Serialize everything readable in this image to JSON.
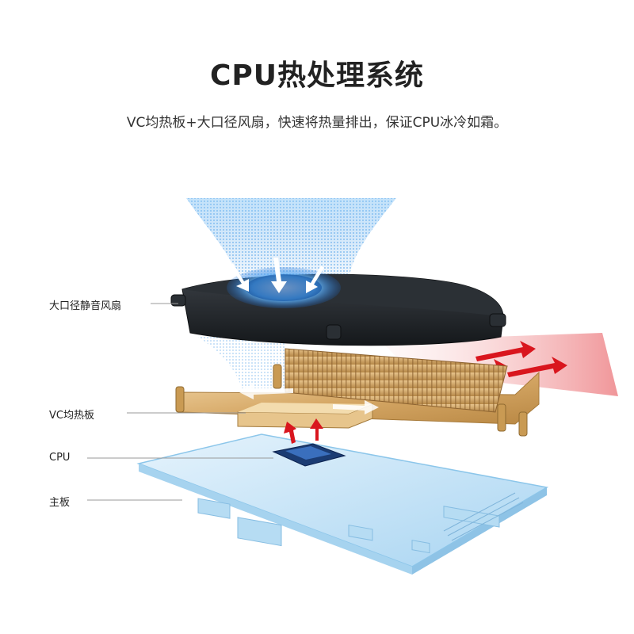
{
  "header": {
    "title": "CPU热处理系统",
    "subtitle": "VC均热板+大口径风扇，快速将热量排出，保证CPU冰冷如霜。"
  },
  "callouts": {
    "fan": "大口径静音风扇",
    "vc": "VC均热板",
    "cpu": "CPU",
    "board": "主板"
  },
  "colors": {
    "airflow_cool": "#2f8be0",
    "airflow_hot": "#e0242b",
    "fan_body": "#1f2327",
    "fan_glow": "#3aa0ff",
    "copper": "#d8b27a",
    "board": "#bfe1f6",
    "text_dark": "#222222"
  }
}
